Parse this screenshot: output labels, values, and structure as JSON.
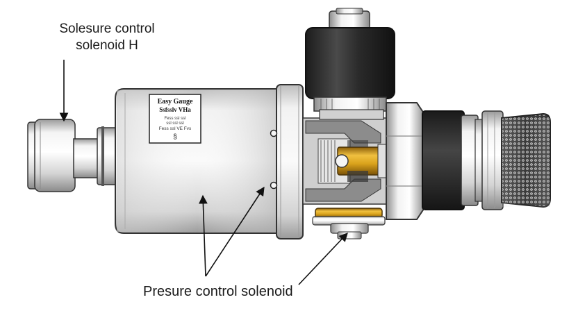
{
  "callouts": {
    "top_line1": "Solesure control",
    "top_line2": "solenoid H",
    "bottom": "Presure control solenoid"
  },
  "nameplate": {
    "line1": "Easy Gauge",
    "line2": "Ssfsslv VHa",
    "line3": "Fess ssl ssl",
    "line4": "ssl ssl ssl",
    "line5": "Fess ssl VE Fvs",
    "symbol": "§"
  },
  "colors": {
    "metal_light": "#f1f1f1",
    "metal_mid": "#c9c9c9",
    "metal_dark": "#7d7d7d",
    "black_part": "#2b2b2b",
    "brass": "#d9a21b",
    "outline": "#222222"
  }
}
